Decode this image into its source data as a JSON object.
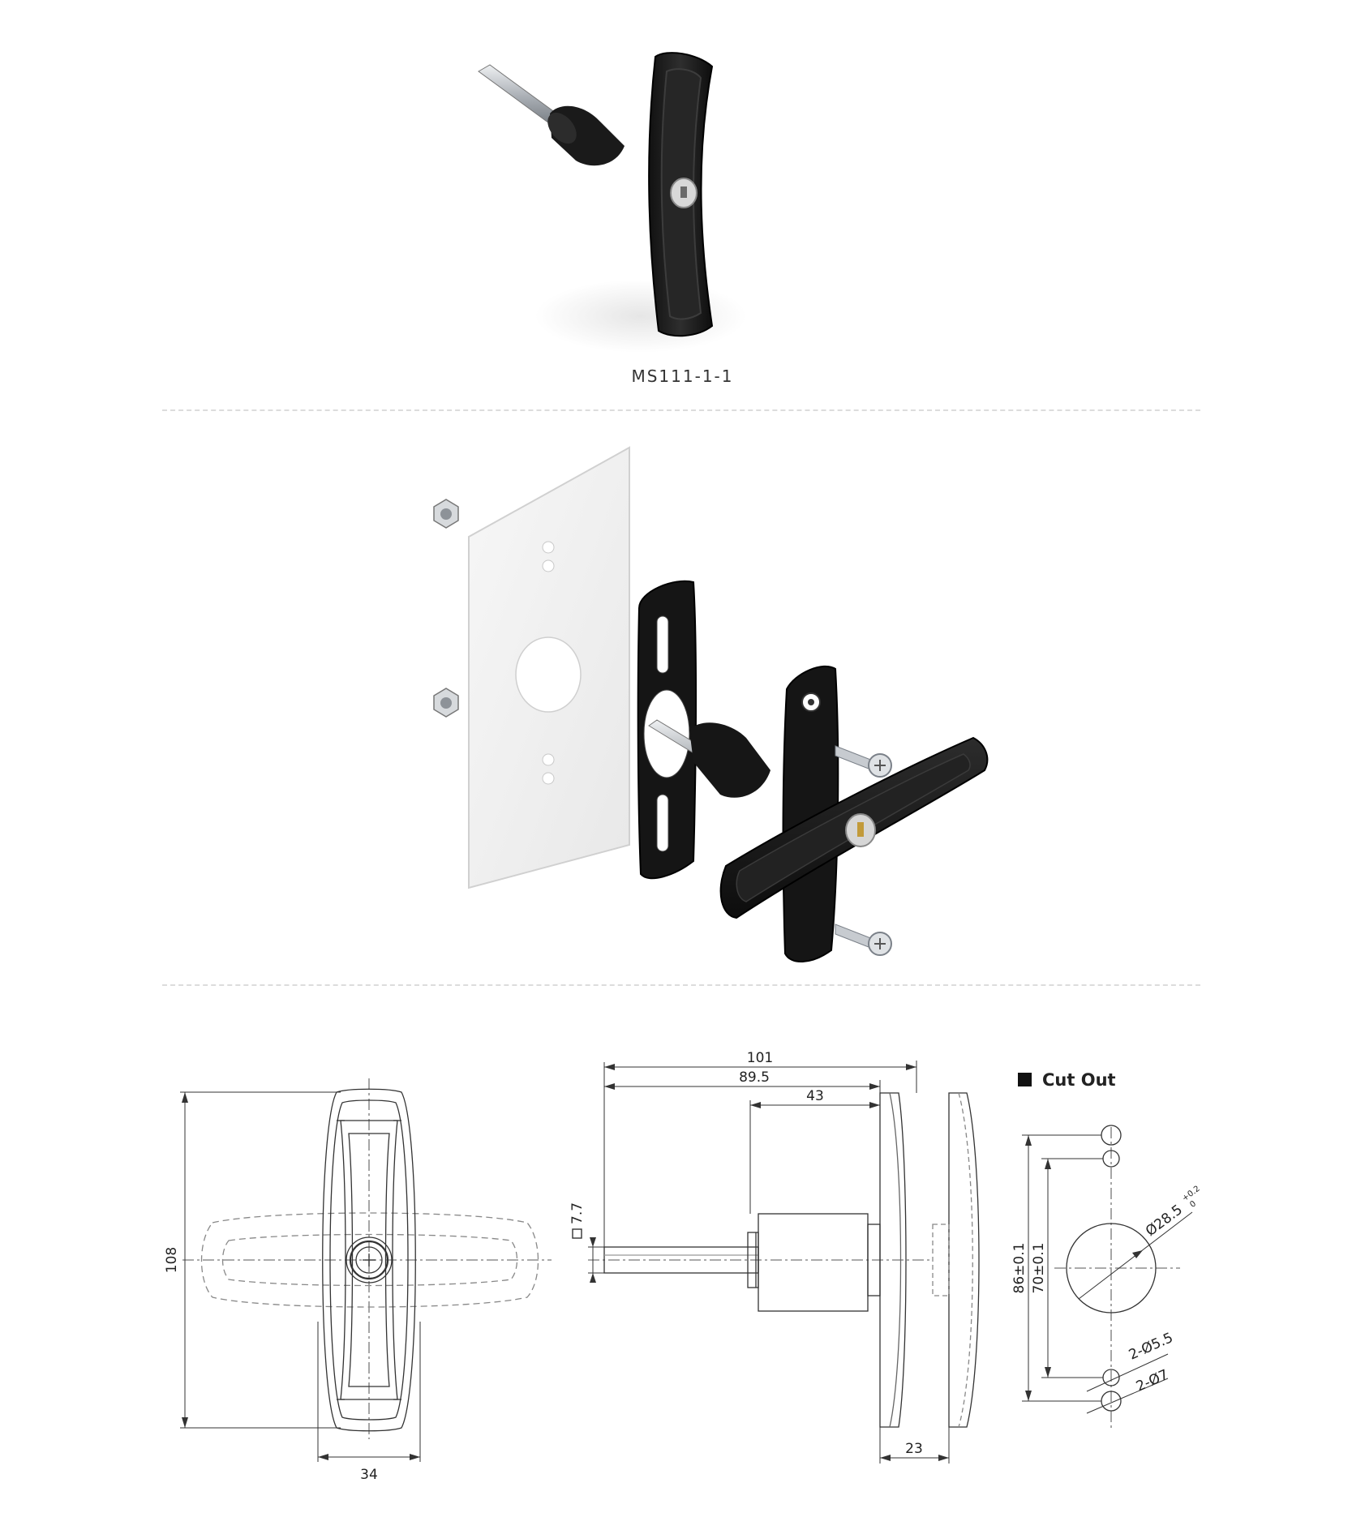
{
  "product": {
    "model": "MS111-1-1"
  },
  "drawing": {
    "front_view": {
      "height": "108",
      "width": "34"
    },
    "side_view": {
      "overall_length": "101",
      "shaft_length": "89.5",
      "body_length": "43",
      "square_shaft": "7.7",
      "handle_depth": "23"
    },
    "cut_out": {
      "title": "Cut Out",
      "outer_spacing": "86±0.1",
      "inner_spacing": "70±0.1",
      "center_hole": "Ø28.5",
      "center_hole_tol_upper": "+0.2",
      "center_hole_tol_lower": "0",
      "small_hole": "2-Ø5.5",
      "large_hole": "2-Ø7"
    }
  },
  "colors": {
    "handle": "#1c1c1c",
    "plate": "#f2f2f2",
    "metal": "#c9ccd0",
    "line": "#333333",
    "divider": "#dcdcdc"
  }
}
